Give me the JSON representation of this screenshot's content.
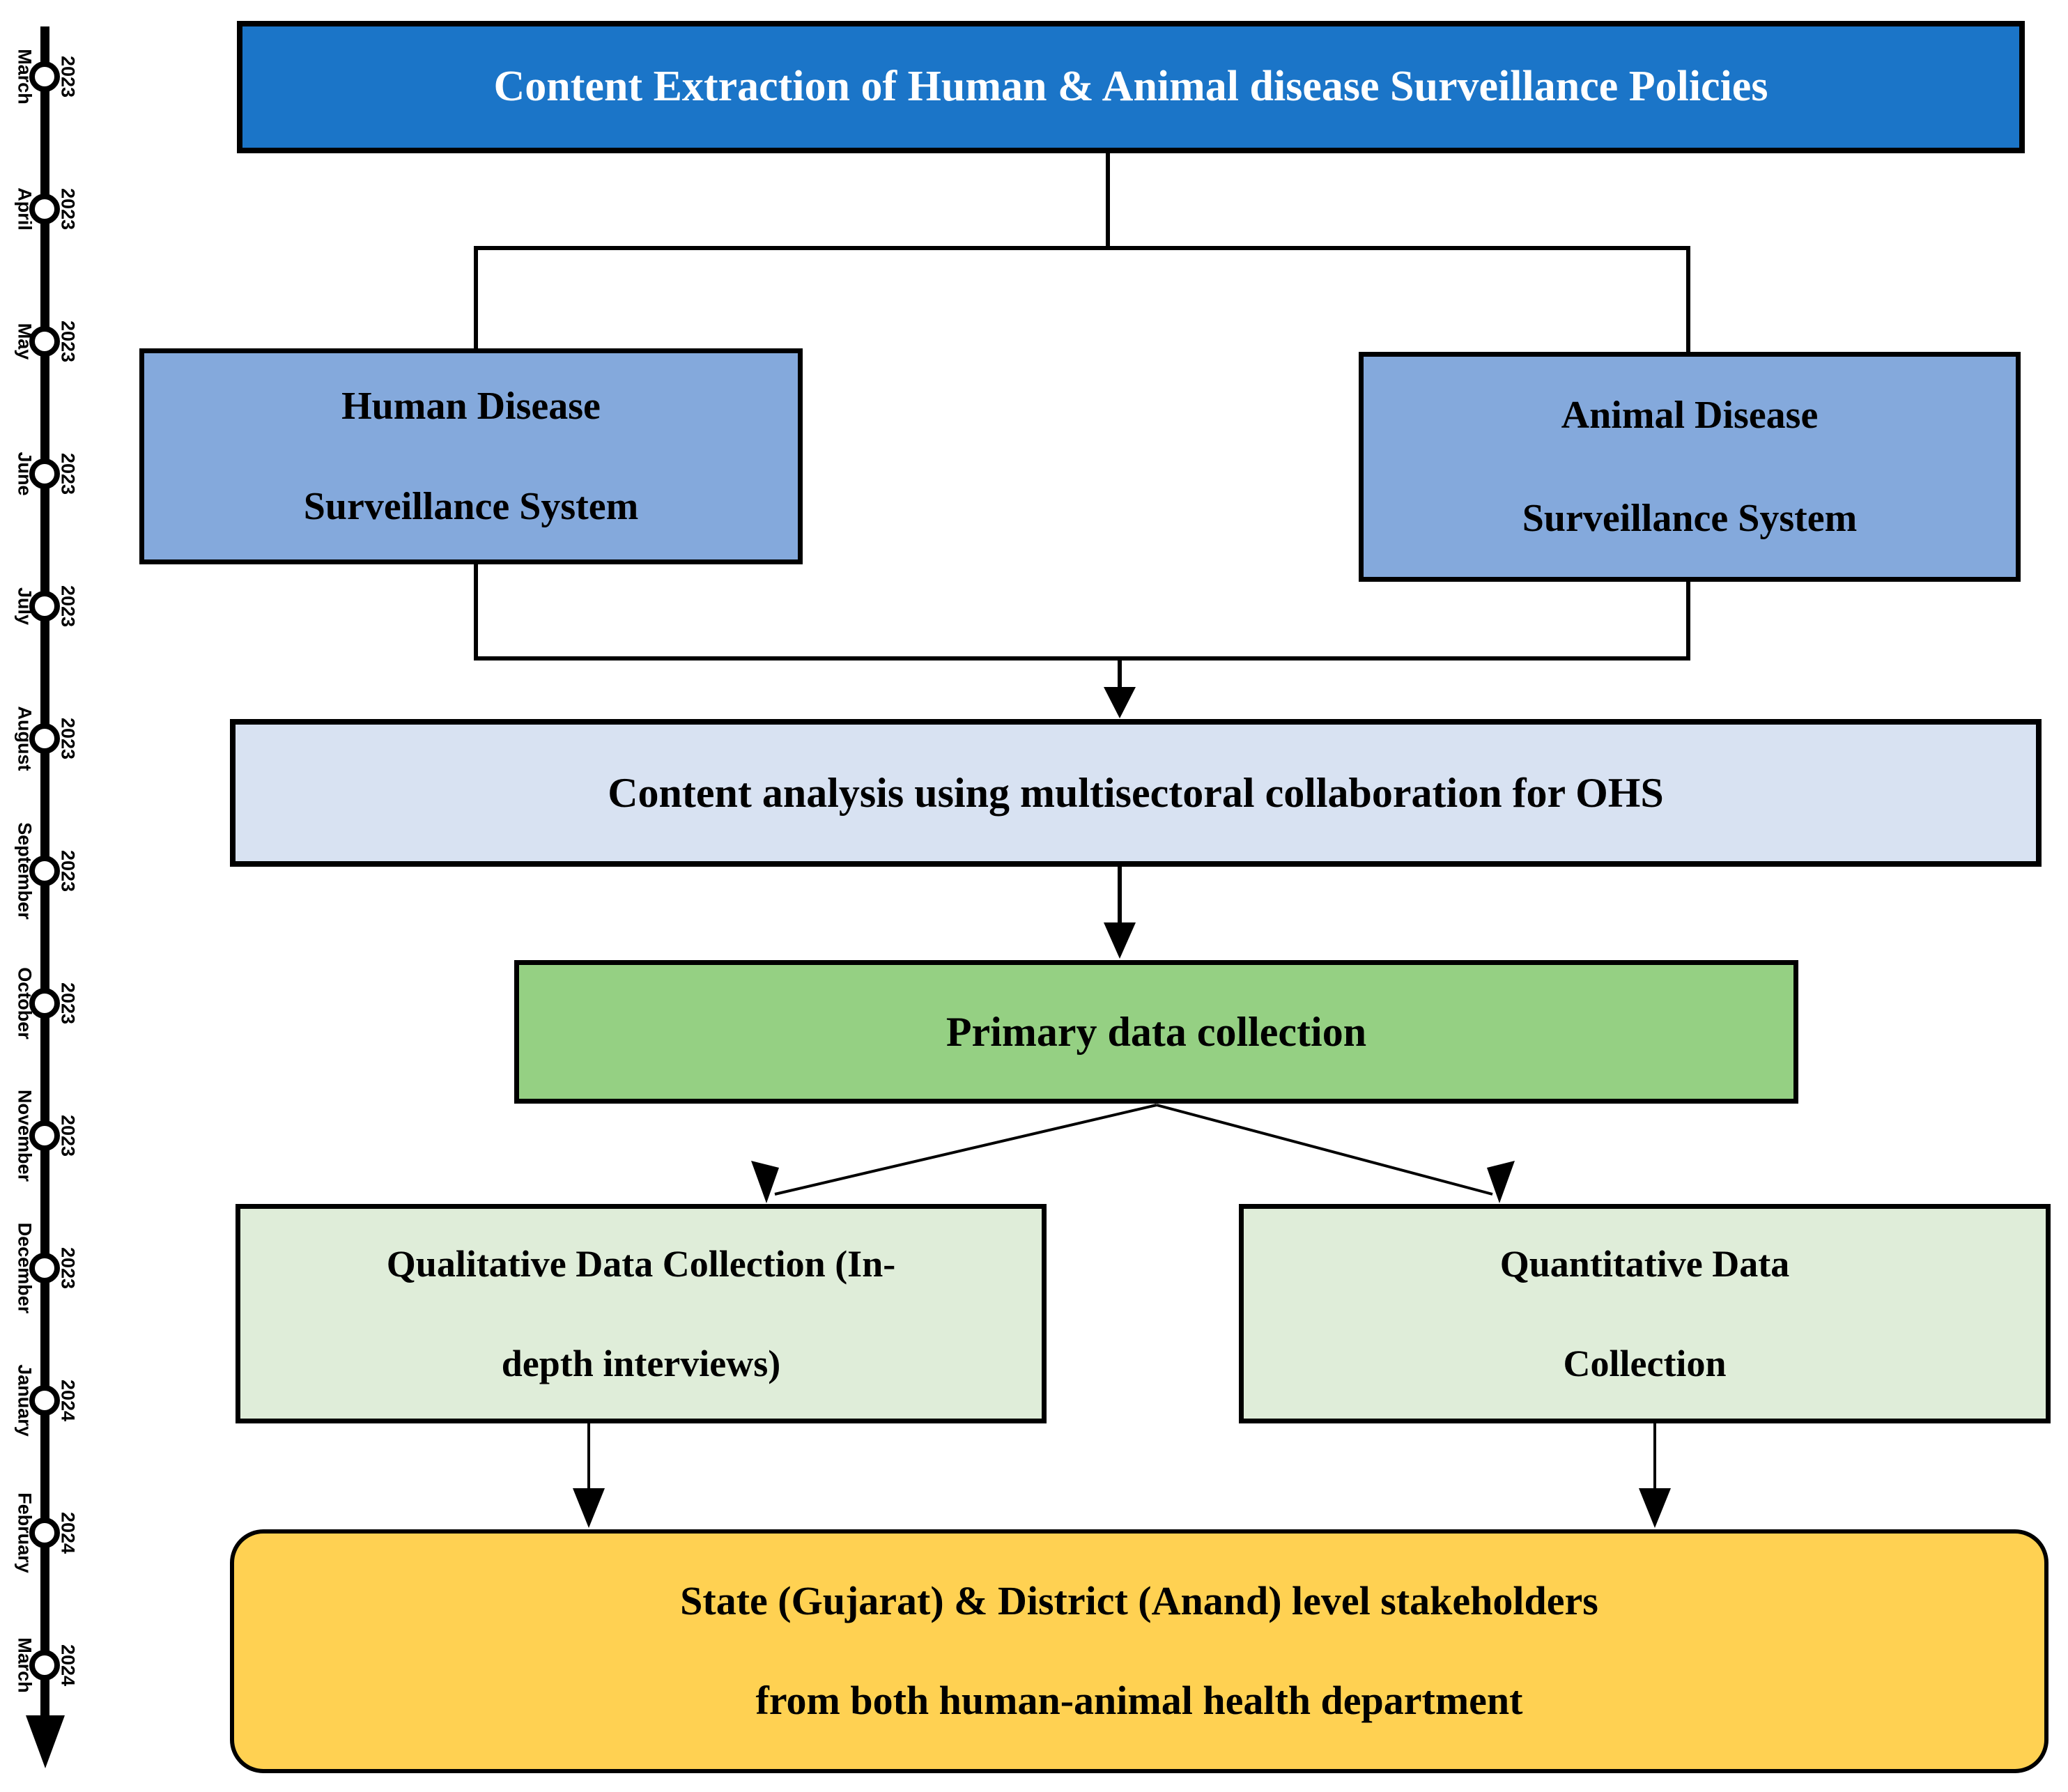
{
  "figure": {
    "description": "Study flowchart with monthly timeline",
    "background": "#ffffff"
  },
  "timeline": {
    "entries": [
      {
        "month": "March",
        "year": "2023"
      },
      {
        "month": "April",
        "year": "2023"
      },
      {
        "month": "May",
        "year": "2023"
      },
      {
        "month": "June",
        "year": "2023"
      },
      {
        "month": "July",
        "year": "2023"
      },
      {
        "month": "August",
        "year": "2023"
      },
      {
        "month": "September",
        "year": "2023"
      },
      {
        "month": "October",
        "year": "2023"
      },
      {
        "month": "November",
        "year": "2023"
      },
      {
        "month": "December",
        "year": "2023"
      },
      {
        "month": "January",
        "year": "2024"
      },
      {
        "month": "February",
        "year": "2024"
      },
      {
        "month": "March",
        "year": "2024"
      }
    ],
    "line_color": "#000000",
    "node_fill": "#ffffff"
  },
  "flowchart": {
    "top_box": {
      "label": "Content Extraction of Human & Animal disease Surveillance Policies",
      "bg": "#1B75C8",
      "text_color": "#FFFFFF"
    },
    "human_box": {
      "line1": "Human Disease",
      "line2": "Surveillance System",
      "bg": "#84A9DC"
    },
    "animal_box": {
      "line1": "Animal Disease",
      "line2": "Surveillance System",
      "bg": "#84A9DC"
    },
    "content_analysis_box": {
      "label": "Content analysis using multisectoral collaboration for OHS",
      "bg": "#D8E2F2"
    },
    "primary_box": {
      "label": "Primary data collection",
      "bg": "#95D083"
    },
    "qualitative_box": {
      "line1": "Qualitative Data Collection (In-",
      "line2": "depth interviews)",
      "bg": "#DFEDD9"
    },
    "quantitative_box": {
      "line1": "Quantitative Data",
      "line2": "Collection",
      "bg": "#DFEDD9"
    },
    "stakeholders_box": {
      "line1": "State (Gujarat) & District (Anand) level stakeholders",
      "line2": "from both human-animal health department",
      "bg": "#FFD152"
    },
    "connector_color": "#000000"
  }
}
